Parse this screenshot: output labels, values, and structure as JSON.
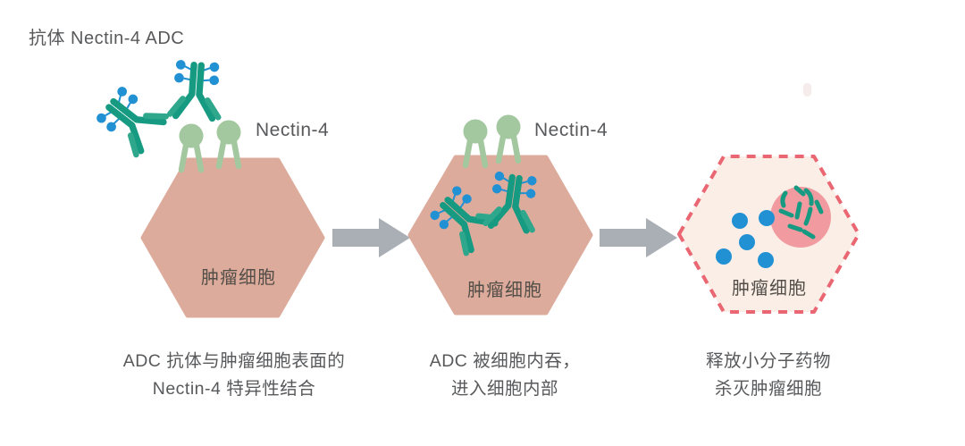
{
  "header": {
    "title": "抗体 Nectin-4 ADC"
  },
  "labels": {
    "receptor": "Nectin-4",
    "tumor_cell": "肿瘤细胞"
  },
  "steps": [
    {
      "caption_line1": "ADC 抗体与肿瘤细胞表面的",
      "caption_line2": "Nectin-4 特异性结合"
    },
    {
      "caption_line1": "ADC 被细胞内吞，",
      "caption_line2": "进入细胞内部"
    },
    {
      "caption_line1": "释放小分子药物",
      "caption_line2": "杀灭肿瘤细胞"
    }
  ],
  "icons": {
    "antibody": "adc-antibody-icon",
    "receptor": "nectin4-receptor-icon",
    "drug": "drug-molecule-icon",
    "arrow": "arrow-right-icon",
    "lysosome": "lysosome-circle-icon",
    "fragments": "degraded-antibody-icon"
  },
  "colors": {
    "text-gray": "#58595b",
    "cell-label": "#534e48",
    "cell-fill": "#dcab9b",
    "cell3-fill": "#faeee7",
    "cell3-border": "#ea6672",
    "receptor-green": "#a3c79f",
    "antibody-teal": "#169a81",
    "antibody-teal-light": "#2fa78c",
    "drug-blue": "#2191d4",
    "arrow-gray": "#a9afb5",
    "lysosome-pink": "#f19ba1"
  }
}
